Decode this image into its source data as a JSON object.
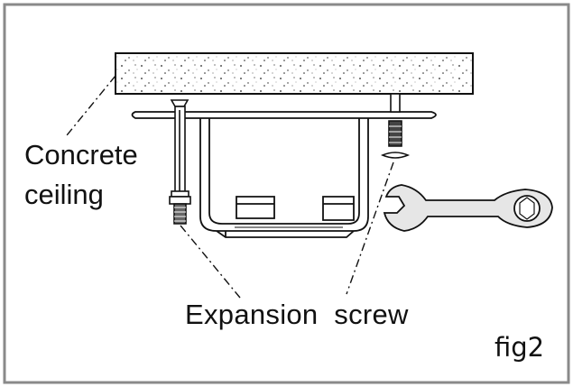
{
  "labels": {
    "concrete_line1": "Concrete",
    "concrete_line2": "ceiling",
    "expansion_screw": "Expansion  screw",
    "figure_id": "fig2"
  },
  "colors": {
    "border": "#8a8a8a",
    "ink": "#111111",
    "wrench_fill": "#e6e6e6",
    "part_fill": "#ececec"
  }
}
